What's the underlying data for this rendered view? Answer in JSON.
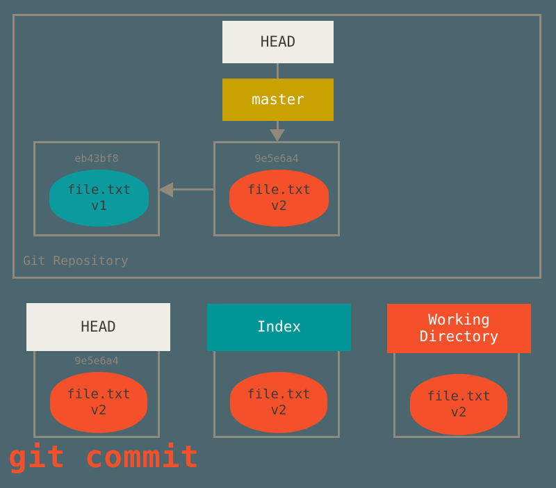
{
  "diagram": {
    "title": "git commit",
    "background_color": "#4c666f",
    "frame_color": "#91897c",
    "repository": {
      "label": "Git Repository",
      "refs": {
        "head": {
          "label": "HEAD",
          "color": "#efeee6"
        },
        "branch": {
          "label": "master",
          "color": "#c9a100"
        }
      },
      "commits": [
        {
          "hash": "eb43bf8",
          "blob": {
            "filename": "file.txt",
            "version": "v1",
            "color": "#0b9b9e"
          }
        },
        {
          "hash": "9e5e6a4",
          "blob": {
            "filename": "file.txt",
            "version": "v2",
            "color": "#f4502a"
          }
        }
      ]
    },
    "stages": [
      {
        "label": "HEAD",
        "header_color": "#efeee6",
        "hash": "9e5e6a4",
        "blob": {
          "filename": "file.txt",
          "version": "v2",
          "color": "#f4502a"
        }
      },
      {
        "label": "Index",
        "header_color": "#009698",
        "hash": "",
        "blob": {
          "filename": "file.txt",
          "version": "v2",
          "color": "#f4502a"
        }
      },
      {
        "label": "Working\nDirectory",
        "label_line1": "Working",
        "label_line2": "Directory",
        "header_color": "#f4502a",
        "hash": "",
        "blob": {
          "filename": "file.txt",
          "version": "v2",
          "color": "#f4502a"
        }
      }
    ],
    "caption": "git commit",
    "caption_color": "#f4502a"
  }
}
